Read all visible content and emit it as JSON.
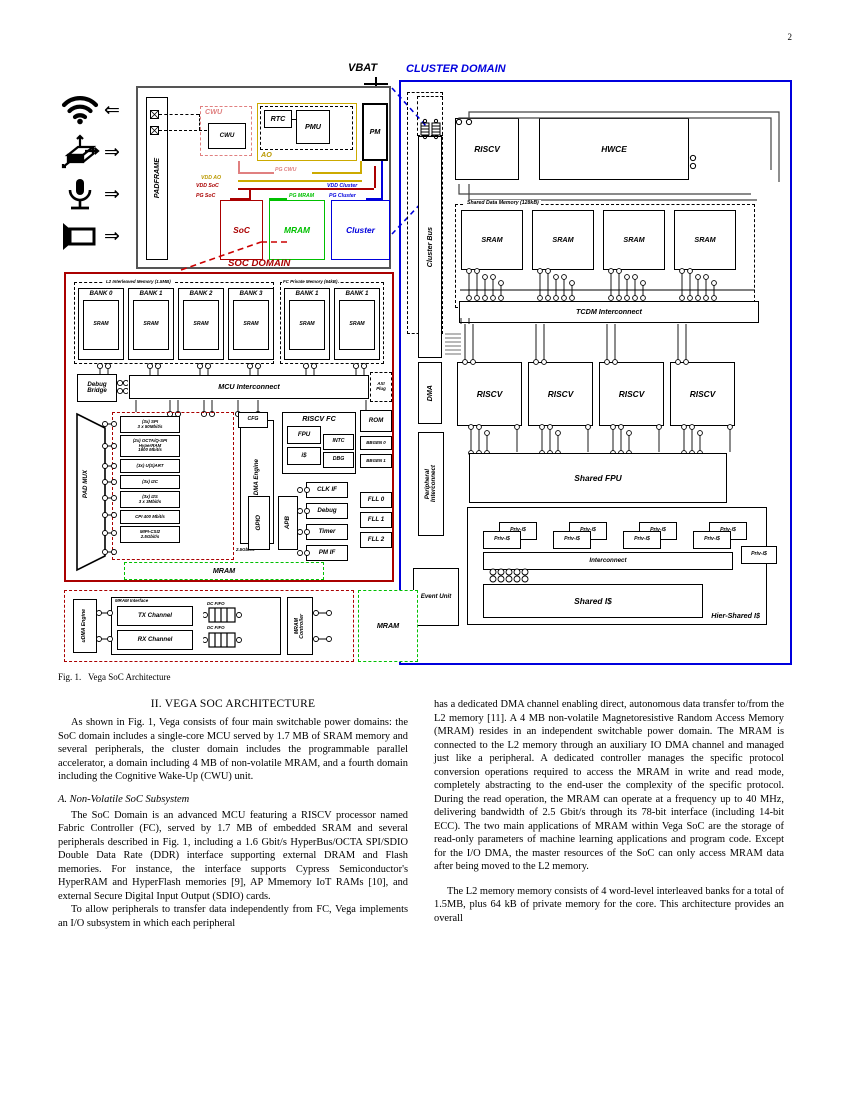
{
  "page": {
    "number": "2"
  },
  "figure": {
    "caption_prefix": "Fig. 1.",
    "caption_text": "Vega SoC Architecture",
    "domains": {
      "cluster": "CLUSTER DOMAIN",
      "soc": "SOC DOMAIN"
    },
    "top": {
      "vbat": "VBAT",
      "padframe": "PADFRAME",
      "cwu_group": "CWU",
      "cwu_block": "CWU",
      "rtc": "RTC",
      "pmu": "PMU",
      "pm": "PM",
      "ao": "AO",
      "soc": "SoC",
      "mram": "MRAM",
      "cluster": "Cluster",
      "rails": {
        "pg_cwu": "PG CWU",
        "vdd_ao": "VDD AO",
        "vdd_soc": "VDD SoC",
        "pg_soc": "PG SoC",
        "pg_mram": "PG MRAM",
        "vdd_cluster": "VDD Cluster",
        "pg_cluster": "PG Cluster"
      },
      "io_icons": [
        {
          "name": "wifi-icon",
          "arrow": "left"
        },
        {
          "name": "accelerometer-icon",
          "arrow": "right"
        },
        {
          "name": "microphone-icon",
          "arrow": "right"
        },
        {
          "name": "camera-icon",
          "arrow": "right"
        }
      ]
    },
    "soc_domain": {
      "l2_title": "L2 Interleaved Memory (1.5MB)",
      "l2_banks": [
        {
          "label": "BANK 0",
          "mem": "SRAM"
        },
        {
          "label": "BANK 1",
          "mem": "SRAM"
        },
        {
          "label": "BANK 2",
          "mem": "SRAM"
        },
        {
          "label": "BANK 3",
          "mem": "SRAM"
        }
      ],
      "fc_title": "FC Private Memory (64kB)",
      "fc_banks": [
        {
          "label": "BANK 1",
          "mem": "SRAM"
        },
        {
          "label": "BANK 1",
          "mem": "SRAM"
        }
      ],
      "debug_bridge": "Debug\nBridge",
      "debug_bridge_l1": "Debug",
      "debug_bridge_l2": "Bridge",
      "mcu_interconnect": "MCU Interconnect",
      "axi_plug_l1": "AXI",
      "axi_plug_l2": "Plug",
      "pad_mux": "PAD MUX",
      "peripherals": [
        {
          "l1": "(3x) SPI",
          "l2": "3 x 50Mbit/s"
        },
        {
          "l1": "(2x) OCTA/Q-SPI",
          "l2": "HyperRAM",
          "l3": "1600 Mbit/s"
        },
        {
          "l1": "(3x) U(S)ART",
          "l2": ""
        },
        {
          "l1": "(3x) I2C",
          "l2": ""
        },
        {
          "l1": "(3x) I2S",
          "l2": "3 x 3Mbit/s"
        },
        {
          "l1": "CPI 400 Mbit/s",
          "l2": ""
        },
        {
          "l1": "MIPI-CSI2",
          "l2": "2.5Gbit/s"
        }
      ],
      "cfg": "CFG",
      "io_dma_engine": "I/O DMA Engine",
      "io_dma_rate": "2.5Gbit/s",
      "mram_bar": "MRAM",
      "riscv_fc": "RISCV FC",
      "fc_blocks": [
        "FPU",
        "INTC",
        "i$",
        "DBG"
      ],
      "gpio": "GPIO",
      "apb": "APB",
      "apb_blocks": [
        "CLK IF",
        "Debug",
        "Timer",
        "PM IF"
      ],
      "right_blocks": [
        "ROM",
        "BBGEN 0",
        "BBGEN 1"
      ],
      "fll_blocks": [
        "FLL 0",
        "FLL 1",
        "FLL 2"
      ]
    },
    "mram_subsystem": {
      "udma_engine": "uDMA Engine",
      "mram_interface": "MRAM Interface",
      "tx_channel": "TX Channel",
      "rx_channel": "RX Channel",
      "dc_fifo_tx": "DC FIFO",
      "dc_fifo_rx": "DC FIFO",
      "mram_controller": "MRAM\nController",
      "mram_controller_l1": "MRAM",
      "mram_controller_l2": "Controller",
      "mram": "MRAM"
    },
    "cluster_domain": {
      "cluster_bus": "Cluster Bus",
      "riscv_top": "RISCV",
      "hwce": "HWCE",
      "shared_data_memory": "Shared Data Memory (128kB)",
      "srams": [
        "SRAM",
        "SRAM",
        "SRAM",
        "SRAM"
      ],
      "tcdm_interconnect": "TCDM Interconnect",
      "dma": "DMA",
      "peripheral_interconnect": "Peripheral\nInterconnect",
      "peripheral_interconnect_l1": "Peripheral",
      "peripheral_interconnect_l2": "Interconnect",
      "cores": [
        "RISCV",
        "RISCV",
        "RISCV",
        "RISCV"
      ],
      "shared_fpu": "Shared FPU",
      "priv_is": [
        "Priv-i$",
        "Priv-i$",
        "Priv-i$",
        "Priv-i$",
        "Priv-i$",
        "Priv-i$",
        "Priv-i$",
        "Priv-i$",
        "Priv-i$"
      ],
      "priv_label": "Priv-i$",
      "icache_interconnect": "Interconnect",
      "shared_is": "Shared I$",
      "hier_shared_is": "Hier-Shared I$",
      "event_unit": "Event Unit"
    },
    "colors": {
      "soc_domain": "#aa0000",
      "cluster_domain": "#0000dd",
      "mram_domain": "#00c000",
      "ao_domain": "#ccaa00",
      "cwu_domain": "#e08080"
    }
  },
  "text": {
    "section_heading": "II.  VEGA SOC ARCHITECTURE",
    "p1": "As shown in Fig. 1, Vega consists of four main switchable power domains: the SoC domain includes a single-core MCU served by 1.7 MB of SRAM memory and several peripherals, the cluster domain includes the programmable parallel accelerator, a domain including 4 MB of non-volatile MRAM, and a fourth domain including the Cognitive Wake-Up (CWU) unit.",
    "subsection_a": "A.  Non-Volatile SoC Subsystem",
    "p2": "The SoC Domain is an advanced MCU featuring a RISCV processor named Fabric Controller (FC), served by 1.7 MB of embedded SRAM and several peripherals described in Fig. 1, including a 1.6 Gbit/s HyperBus/OCTA SPI/SDIO Double Data Rate (DDR) interface supporting external DRAM and Flash memories. For instance, the interface supports Cypress Semiconductor's HyperRAM and HyperFlash memories [9], AP Mmemory IoT RAMs [10], and external Secure Digital Input Output (SDIO) cards.",
    "p3": "To allow peripherals to transfer data independently from FC, Vega implements an I/O subsystem in which each peripheral",
    "p4": "has a dedicated DMA channel enabling direct, autonomous data transfer to/from the L2 memory [11]. A 4 MB non-volatile Magnetoresistive Random Access Memory (MRAM) resides in an independent switchable power domain. The MRAM is connected to the L2 memory through an auxiliary IO DMA channel and managed just like a peripheral. A dedicated controller manages the specific protocol conversion operations required to access the MRAM in write and read mode, completely abstracting to the end-user the complexity of the specific protocol. During the read operation, the MRAM can operate at a frequency up to 40 MHz, delivering bandwidth of 2.5 Gbit/s through its 78-bit interface (including 14-bit ECC). The two main applications of MRAM within Vega SoC are the storage of read-only parameters of machine learning applications and program code. Except for the I/O DMA, the master resources of the SoC can only access MRAM data after being moved to the L2 memory.",
    "p5": "The L2 memory memory consists of 4 word-level interleaved banks for a total of 1.5MB, plus 64 kB of private memory for the core. This architecture provides an overall"
  }
}
